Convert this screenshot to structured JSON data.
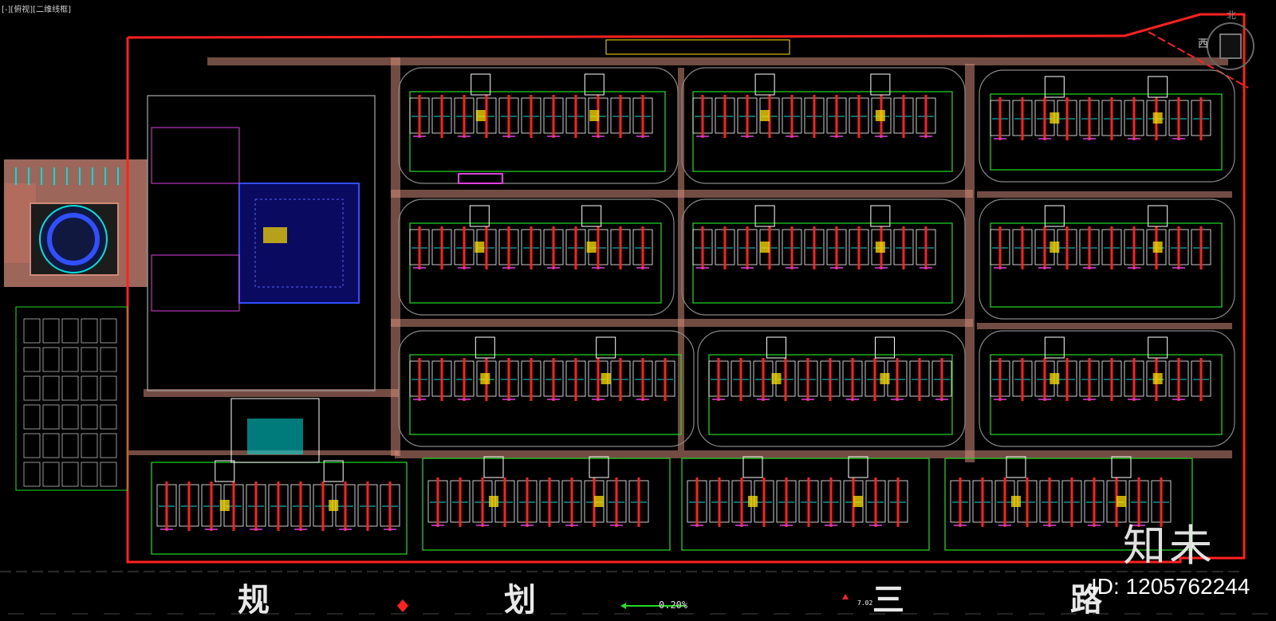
{
  "viewport": {
    "label": "[-][俯视][二维线框]"
  },
  "compass": {
    "west": "西",
    "north": "北",
    "icon": "viewcube-icon"
  },
  "road": {
    "chars": [
      "规",
      "划",
      "三",
      "路"
    ],
    "slope": "0.20%",
    "elevation": "7.02"
  },
  "watermark": {
    "logo": "知未",
    "id": "ID: 1205762244"
  },
  "colors": {
    "background": "#000000",
    "boundary": "#ff2020",
    "road": "#d08a78",
    "wall": "#ffffff",
    "green": "#22dd22",
    "cyan": "#00e0e0",
    "magenta": "#e040e0",
    "yellow": "#ffe000",
    "blue": "#3050ff"
  }
}
